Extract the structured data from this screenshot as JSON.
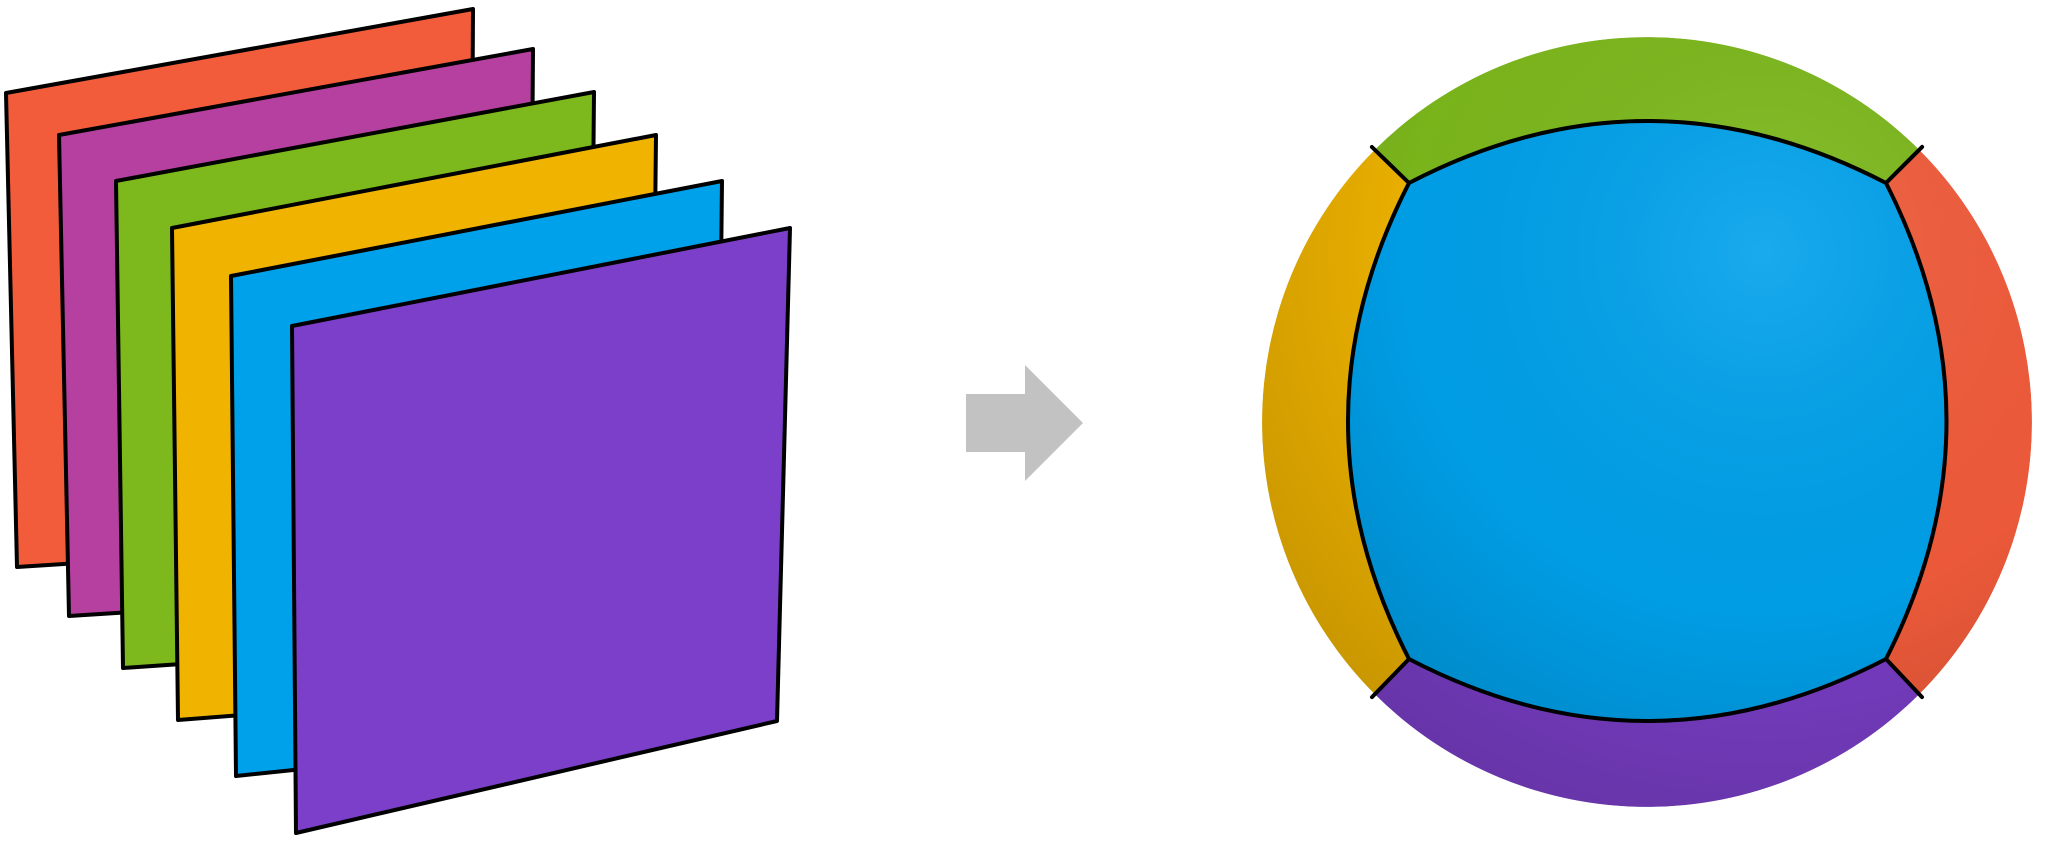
{
  "colors": {
    "red": "#F25C3B",
    "magenta": "#B5409F",
    "green": "#7DB91C",
    "yellow": "#F0B400",
    "blue": "#00A1EB",
    "purple": "#7B3FC9",
    "arrow": "#C2C2C2",
    "outline": "#000000"
  },
  "stack": {
    "panels": [
      {
        "name": "red-panel",
        "color": "red"
      },
      {
        "name": "magenta-panel",
        "color": "magenta"
      },
      {
        "name": "green-panel",
        "color": "green"
      },
      {
        "name": "yellow-panel",
        "color": "yellow"
      },
      {
        "name": "blue-panel",
        "color": "blue"
      },
      {
        "name": "purple-panel",
        "color": "purple"
      }
    ]
  },
  "arrow": {
    "icon": "arrow-right-icon",
    "color": "arrow"
  },
  "sphere": {
    "regions": [
      {
        "name": "sphere-front-face",
        "color": "blue"
      },
      {
        "name": "sphere-top-face",
        "color": "green"
      },
      {
        "name": "sphere-right-face",
        "color": "red"
      },
      {
        "name": "sphere-bottom-face",
        "color": "purple"
      },
      {
        "name": "sphere-left-face",
        "color": "yellow"
      }
    ]
  }
}
